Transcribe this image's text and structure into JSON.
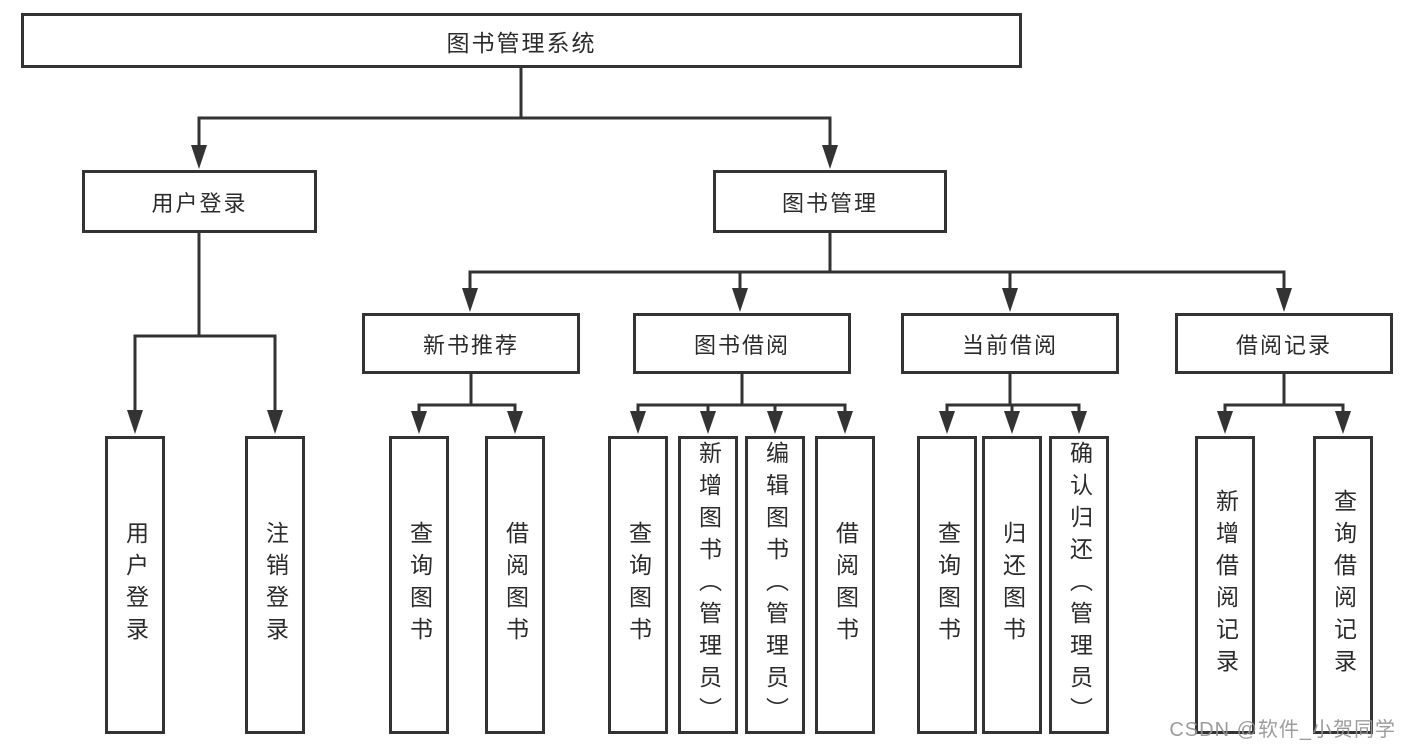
{
  "diagram": {
    "root": {
      "label": "图书管理系统"
    },
    "level2": [
      {
        "id": "user-login",
        "label": "用户登录",
        "children": [
          {
            "label": "用户登录"
          },
          {
            "label": "注销登录"
          }
        ]
      },
      {
        "id": "book-management",
        "label": "图书管理",
        "children": [
          {
            "label": "新书推荐",
            "children": [
              {
                "label": "查询图书"
              },
              {
                "label": "借阅图书"
              }
            ]
          },
          {
            "label": "图书借阅",
            "children": [
              {
                "label": "查询图书"
              },
              {
                "label": "新增图书（管理员）"
              },
              {
                "label": "编辑图书（管理员）"
              },
              {
                "label": "借阅图书"
              }
            ]
          },
          {
            "label": "当前借阅",
            "children": [
              {
                "label": "查询图书"
              },
              {
                "label": "归还图书"
              },
              {
                "label": "确认归还（管理员）"
              }
            ]
          },
          {
            "label": "借阅记录",
            "children": [
              {
                "label": "新增借阅记录"
              },
              {
                "label": "查询借阅记录"
              }
            ]
          }
        ]
      }
    ]
  },
  "watermark": {
    "text": "CSDN @软件_小贺同学"
  },
  "colors": {
    "line": "#333333",
    "box_border": "#333333",
    "text": "#2b2b2b",
    "background": "#ffffff",
    "watermark": "#949494"
  }
}
